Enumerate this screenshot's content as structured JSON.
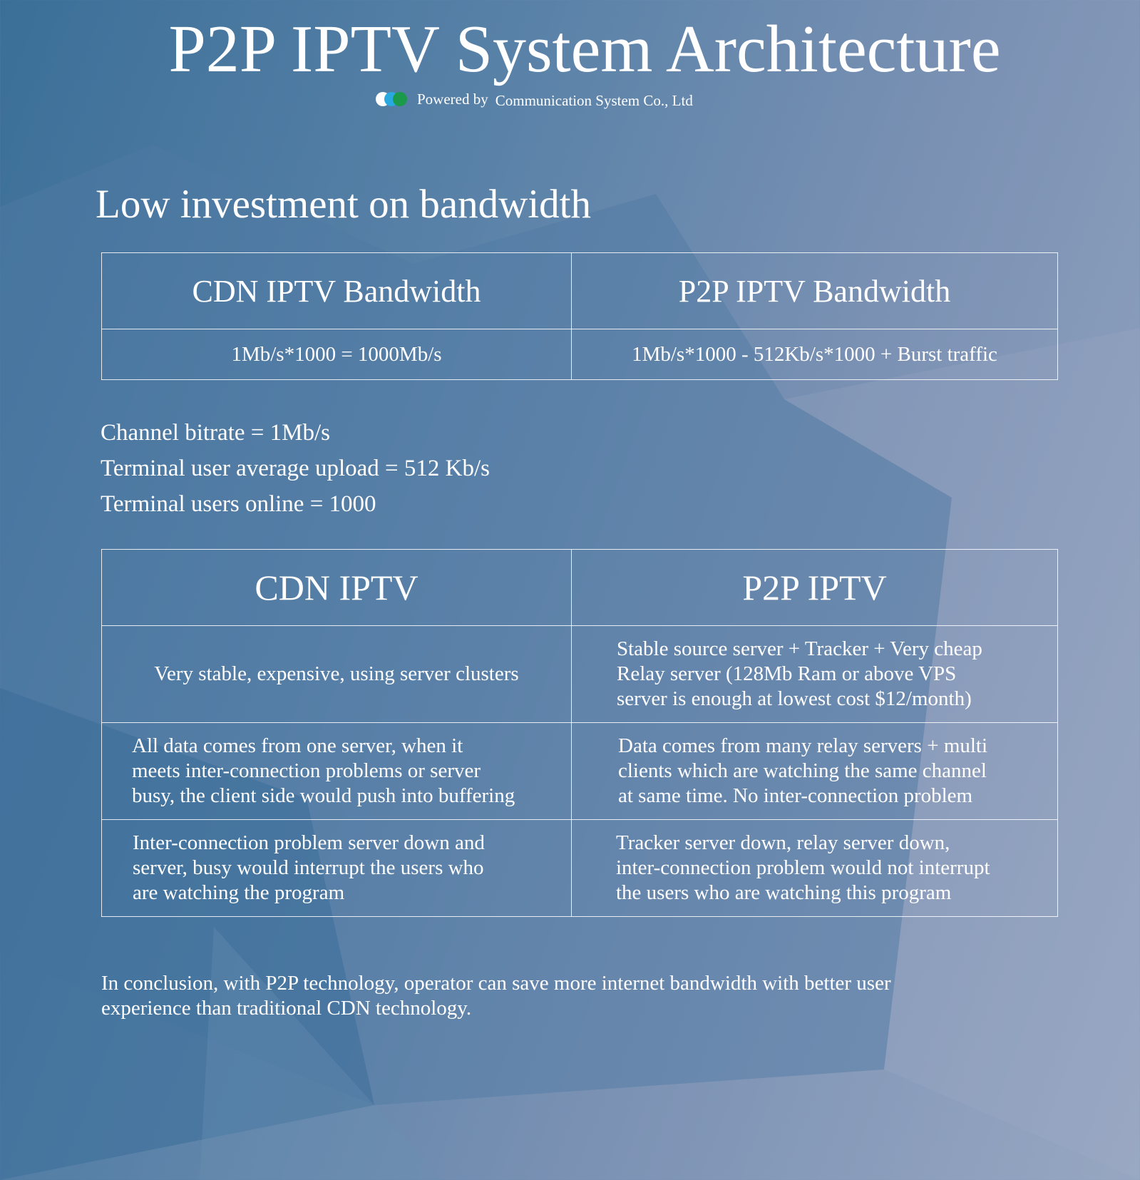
{
  "header": {
    "title": "P2P IPTV System Architecture",
    "powered_by": "Powered by",
    "company": "Communication System Co., Ltd"
  },
  "section": {
    "heading": "Low investment on bandwidth"
  },
  "bandwidth_table": {
    "headers": [
      "CDN IPTV Bandwidth",
      "P2P IPTV Bandwidth"
    ],
    "row": [
      "1Mb/s*1000 = 1000Mb/s",
      "1Mb/s*1000 - 512Kb/s*1000 + Burst traffic"
    ]
  },
  "parameters": [
    "Channel bitrate = 1Mb/s",
    "Terminal user average upload = 512 Kb/s",
    "Terminal users online = 1000"
  ],
  "comparison_table": {
    "headers": [
      "CDN IPTV",
      "P2P IPTV"
    ],
    "rows": [
      {
        "cdn": "Very stable, expensive, using server clusters",
        "p2p": [
          "Stable source server + Tracker + Very cheap",
          "Relay server (128Mb Ram or above VPS",
          "server is enough at lowest cost $12/month)"
        ]
      },
      {
        "cdn": [
          "All data comes from one server, when it",
          "meets inter-connection problems or server",
          "busy, the client side would push into buffering"
        ],
        "p2p": [
          "Data comes from many relay servers + multi",
          "clients which are watching the same channel",
          "at same time. No inter-connection problem"
        ]
      },
      {
        "cdn": [
          "Inter-connection problem server down and",
          "server, busy would interrupt the users who",
          "are watching the program"
        ],
        "p2p": [
          "Tracker server down, relay server down,",
          "inter-connection problem would not interrupt",
          "the users who are watching this program"
        ]
      }
    ]
  },
  "conclusion": [
    "In conclusion, with P2P technology, operator can save more internet bandwidth with better user",
    "experience than traditional CDN technology."
  ],
  "colors": {
    "logo_white": "#ffffff",
    "logo_blue": "#29a9e0",
    "logo_green": "#1a9a4a"
  }
}
